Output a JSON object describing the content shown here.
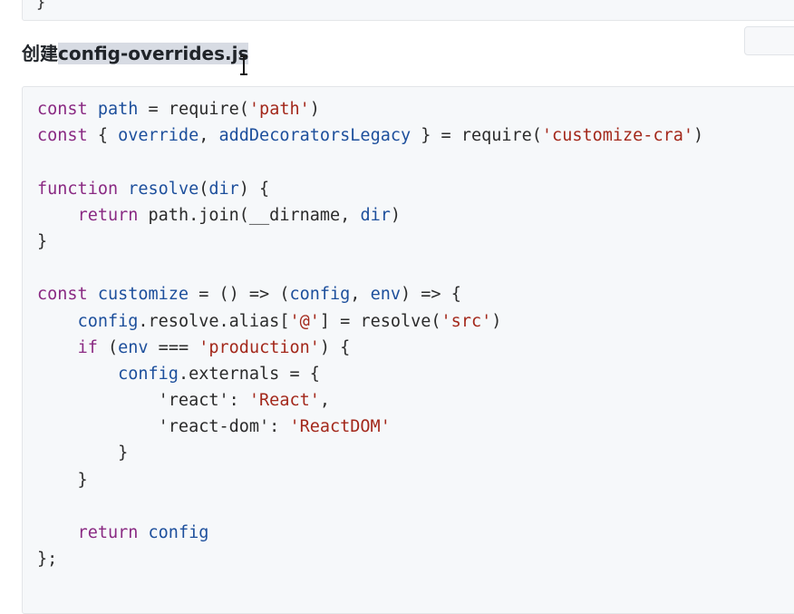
{
  "previous_block": {
    "tail_char": "}"
  },
  "heading": {
    "prefix": "创建",
    "selected": "config-overrides.js"
  },
  "code_lines": [
    [
      {
        "t": "const ",
        "c": "kw"
      },
      {
        "t": "path",
        "c": "id"
      },
      {
        "t": " = require(",
        "c": "pl"
      },
      {
        "t": "'path'",
        "c": "str"
      },
      {
        "t": ")",
        "c": "pl"
      }
    ],
    [
      {
        "t": "const ",
        "c": "kw"
      },
      {
        "t": "{ ",
        "c": "pl"
      },
      {
        "t": "override",
        "c": "id"
      },
      {
        "t": ", ",
        "c": "pl"
      },
      {
        "t": "addDecoratorsLegacy",
        "c": "id"
      },
      {
        "t": " } = require(",
        "c": "pl"
      },
      {
        "t": "'customize-cra'",
        "c": "str"
      },
      {
        "t": ")",
        "c": "pl"
      }
    ],
    [],
    [
      {
        "t": "function ",
        "c": "kw"
      },
      {
        "t": "resolve",
        "c": "id"
      },
      {
        "t": "(",
        "c": "pl"
      },
      {
        "t": "dir",
        "c": "id"
      },
      {
        "t": ") {",
        "c": "pl"
      }
    ],
    [
      {
        "t": "    ",
        "c": "pl"
      },
      {
        "t": "return ",
        "c": "kw"
      },
      {
        "t": "path.join(__dirname, ",
        "c": "pl"
      },
      {
        "t": "dir",
        "c": "id"
      },
      {
        "t": ")",
        "c": "pl"
      }
    ],
    [
      {
        "t": "}",
        "c": "pl"
      }
    ],
    [],
    [
      {
        "t": "const ",
        "c": "kw"
      },
      {
        "t": "customize",
        "c": "id"
      },
      {
        "t": " = () => (",
        "c": "pl"
      },
      {
        "t": "config",
        "c": "id"
      },
      {
        "t": ", ",
        "c": "pl"
      },
      {
        "t": "env",
        "c": "id"
      },
      {
        "t": ") => {",
        "c": "pl"
      }
    ],
    [
      {
        "t": "    ",
        "c": "pl"
      },
      {
        "t": "config",
        "c": "id"
      },
      {
        "t": ".resolve.alias[",
        "c": "pl"
      },
      {
        "t": "'@'",
        "c": "str"
      },
      {
        "t": "] = resolve(",
        "c": "pl"
      },
      {
        "t": "'src'",
        "c": "str"
      },
      {
        "t": ")",
        "c": "pl"
      }
    ],
    [
      {
        "t": "    ",
        "c": "pl"
      },
      {
        "t": "if ",
        "c": "kw"
      },
      {
        "t": "(",
        "c": "pl"
      },
      {
        "t": "env",
        "c": "id"
      },
      {
        "t": " === ",
        "c": "pl"
      },
      {
        "t": "'production'",
        "c": "str"
      },
      {
        "t": ") {",
        "c": "pl"
      }
    ],
    [
      {
        "t": "        ",
        "c": "pl"
      },
      {
        "t": "config",
        "c": "id"
      },
      {
        "t": ".externals = {",
        "c": "pl"
      }
    ],
    [
      {
        "t": "            'react': ",
        "c": "pl"
      },
      {
        "t": "'React'",
        "c": "str"
      },
      {
        "t": ",",
        "c": "pl"
      }
    ],
    [
      {
        "t": "            'react-dom': ",
        "c": "pl"
      },
      {
        "t": "'ReactDOM'",
        "c": "str"
      }
    ],
    [
      {
        "t": "        }",
        "c": "pl"
      }
    ],
    [
      {
        "t": "    }",
        "c": "pl"
      }
    ],
    [],
    [
      {
        "t": "    ",
        "c": "pl"
      },
      {
        "t": "return ",
        "c": "kw"
      },
      {
        "t": "config",
        "c": "id"
      }
    ],
    [
      {
        "t": "};",
        "c": "pl"
      }
    ]
  ]
}
